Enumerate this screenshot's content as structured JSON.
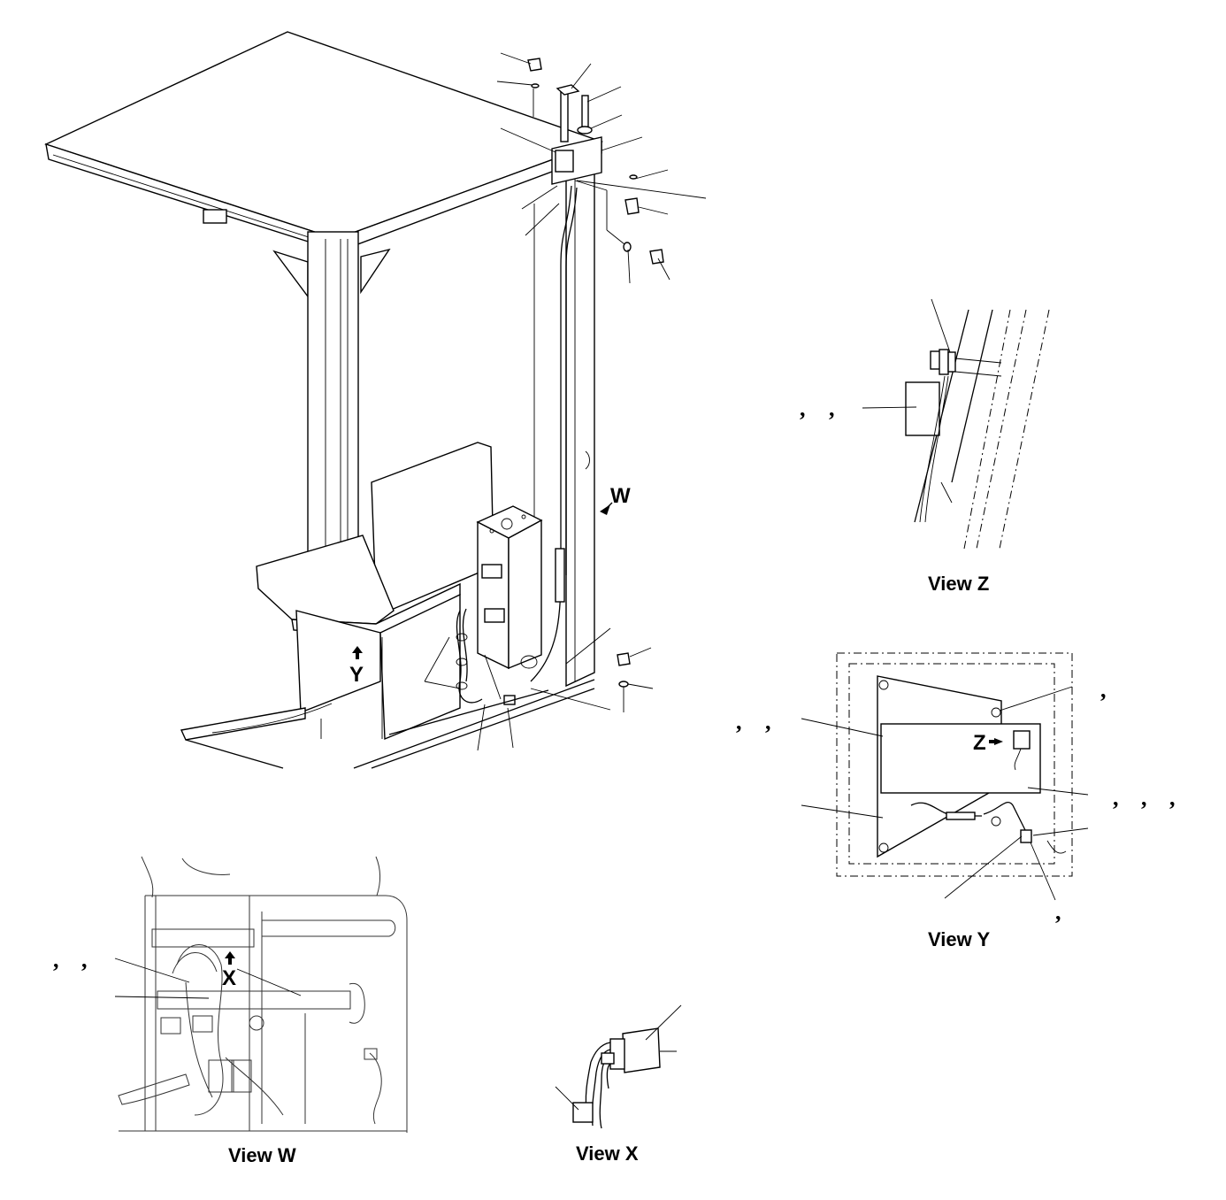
{
  "captions": {
    "view_z": "View Z",
    "view_y": "View Y",
    "view_w": "View W",
    "view_x": "View X"
  },
  "callouts": {
    "w": "W",
    "y": "Y",
    "z": "Z",
    "x": "X"
  },
  "separator": ","
}
